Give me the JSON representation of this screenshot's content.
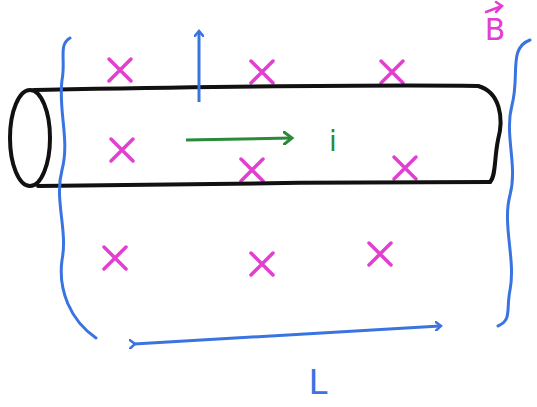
{
  "diagram": {
    "labels": [
      "i",
      "B",
      "L"
    ]
  }
}
